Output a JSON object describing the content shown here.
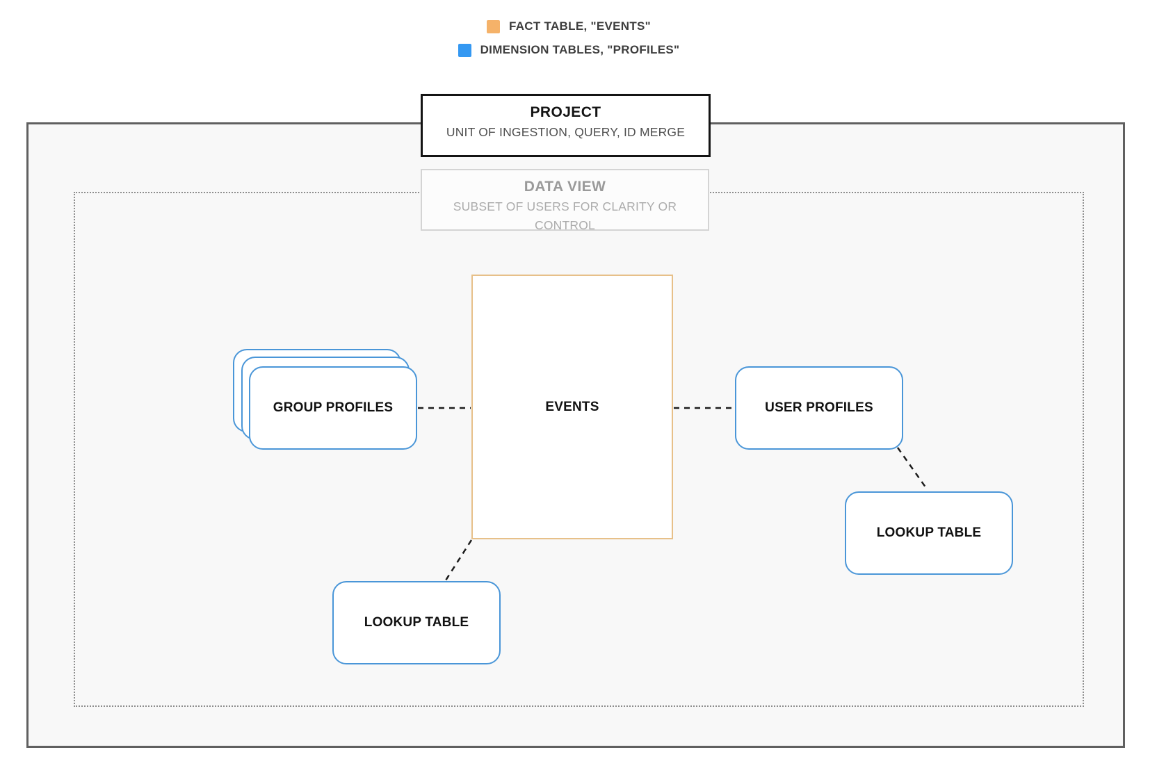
{
  "legend": {
    "items": [
      {
        "swatch": "fact-table-swatch",
        "label": "FACT TABLE, \"EVENTS\"",
        "color": "#f5b269"
      },
      {
        "swatch": "dimension-table-swatch",
        "label": "DIMENSION TABLES, \"PROFILES\"",
        "color": "#3498f2"
      }
    ]
  },
  "containers": {
    "project": {
      "title": "PROJECT",
      "subtitle": "UNIT OF INGESTION, QUERY, ID MERGE"
    },
    "data_view": {
      "title": "DATA VIEW",
      "subtitle": "SUBSET OF USERS FOR CLARITY OR CONTROL"
    }
  },
  "nodes": {
    "events": {
      "label": "EVENTS",
      "type": "fact-table",
      "border_color": "#e7c089"
    },
    "group_profiles": {
      "label": "GROUP PROFILES",
      "type": "dimension-table",
      "border_color": "#4a96d8",
      "stacked_copies": 3
    },
    "user_profiles": {
      "label": "USER PROFILES",
      "type": "dimension-table",
      "border_color": "#4a96d8"
    },
    "lookup_right": {
      "label": "LOOKUP TABLE",
      "type": "dimension-table",
      "border_color": "#4a96d8"
    },
    "lookup_bottom": {
      "label": "LOOKUP TABLE",
      "type": "dimension-table",
      "border_color": "#4a96d8"
    }
  },
  "edges": [
    {
      "from": "group_profiles",
      "to": "events",
      "style": "dashed"
    },
    {
      "from": "events",
      "to": "user_profiles",
      "style": "dashed"
    },
    {
      "from": "user_profiles",
      "to": "lookup_right",
      "style": "dashed"
    },
    {
      "from": "events",
      "to": "lookup_bottom",
      "style": "dashed"
    }
  ]
}
